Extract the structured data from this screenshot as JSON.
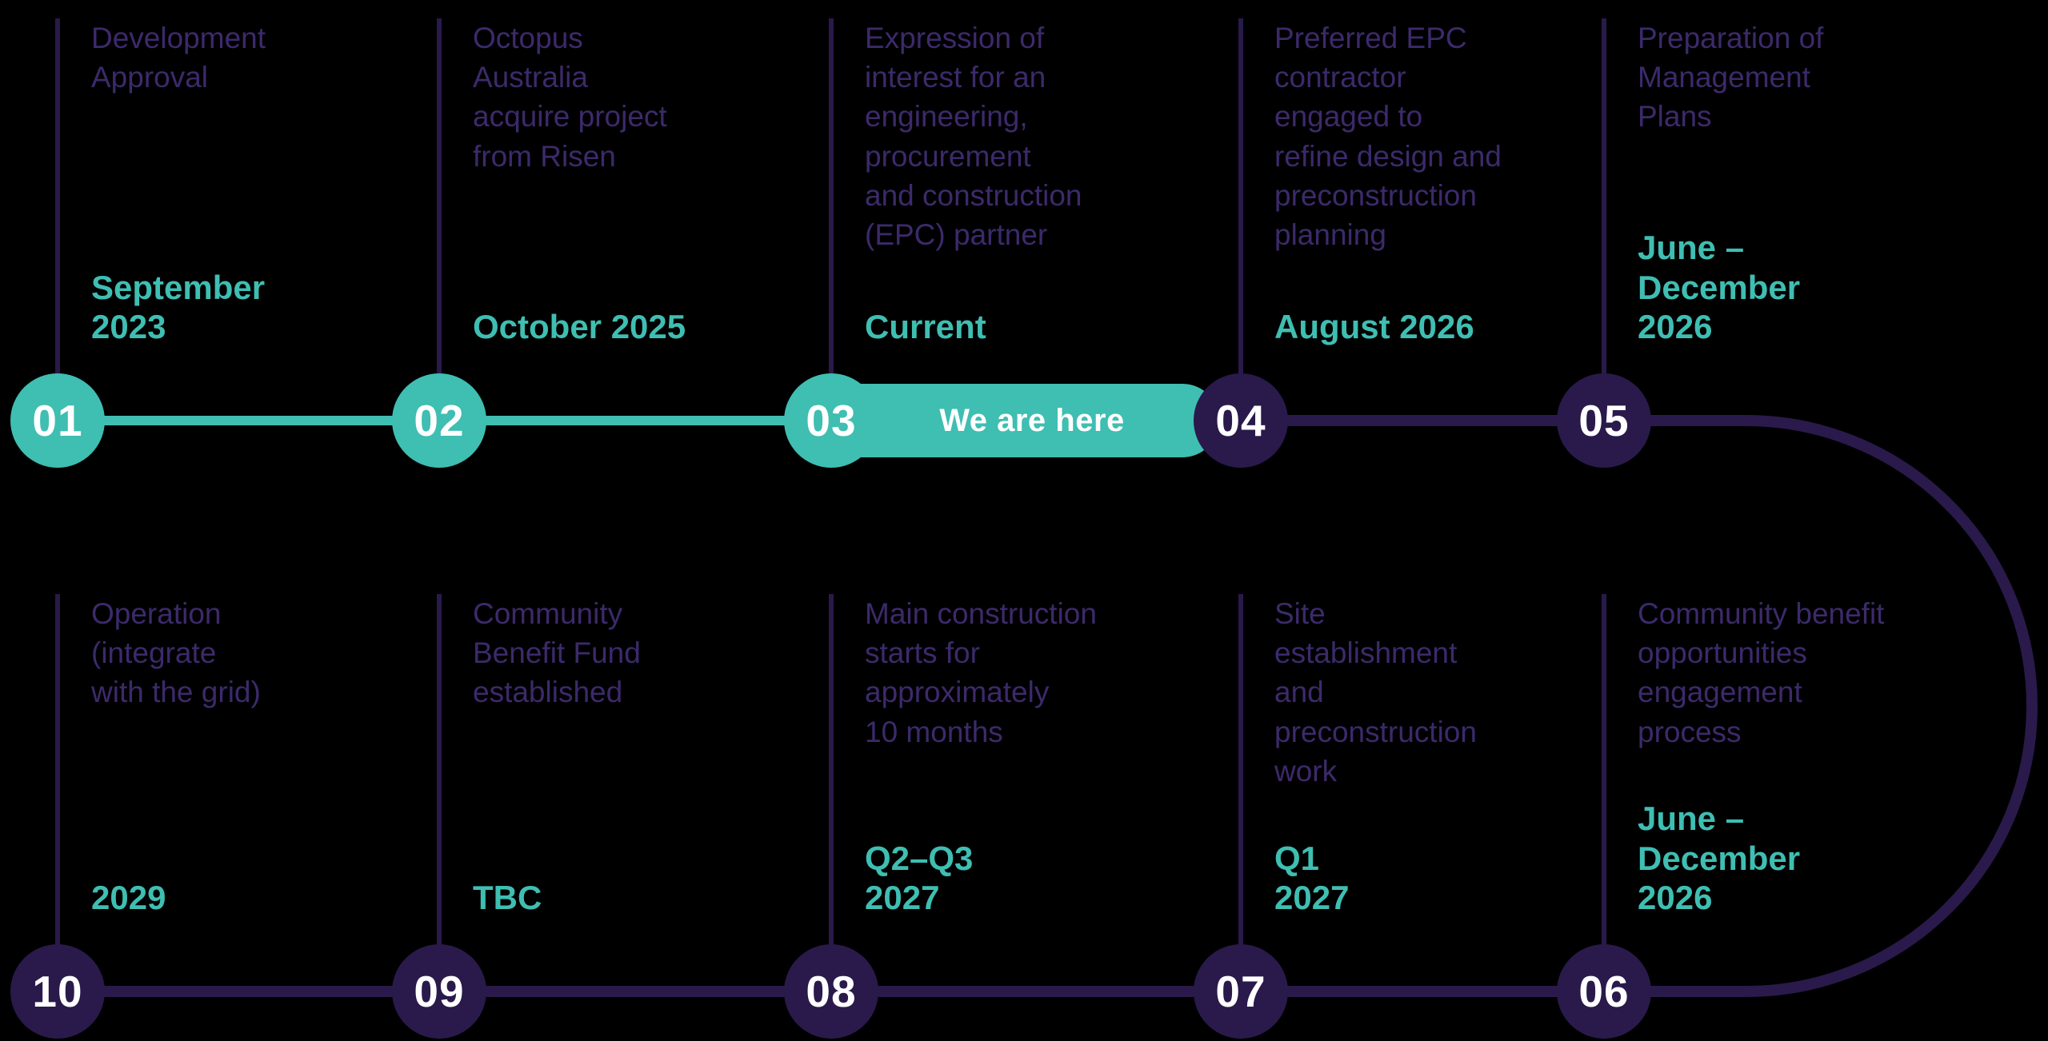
{
  "timeline": {
    "background": "#000000",
    "accent_teal": "#3FBEB2",
    "accent_purple": "#2A1A4B",
    "description_text_color": "#3C2A6B",
    "number_text_color": "#FFFFFF",
    "we_are_here": "We are here",
    "milestones": [
      {
        "number": "01",
        "description": "Development\nApproval",
        "date": "September\n2023"
      },
      {
        "number": "02",
        "description": "Octopus\nAustralia\nacquire project\nfrom Risen",
        "date": "October 2025"
      },
      {
        "number": "03",
        "description": "Expression of\ninterest for an\nengineering,\nprocurement\nand construction\n(EPC) partner",
        "date": "Current"
      },
      {
        "number": "04",
        "description": "Preferred EPC\ncontractor\nengaged to\nrefine design and\npreconstruction\nplanning",
        "date": "August 2026"
      },
      {
        "number": "05",
        "description": "Preparation of\nManagement\nPlans",
        "date": "June –\nDecember\n2026"
      },
      {
        "number": "06",
        "description": "Community benefit\nopportunities\nengagement\nprocess",
        "date": "June –\nDecember\n2026"
      },
      {
        "number": "07",
        "description": "Site\nestablishment\nand\npreconstruction\nwork",
        "date": "Q1\n2027"
      },
      {
        "number": "08",
        "description": "Main construction\nstarts for\napproximately\n10 months",
        "date": "Q2–Q3\n2027"
      },
      {
        "number": "09",
        "description": "Community\nBenefit Fund\nestablished",
        "date": "TBC"
      },
      {
        "number": "10",
        "description": "Operation\n(integrate\nwith the grid)",
        "date": "2029"
      }
    ]
  }
}
